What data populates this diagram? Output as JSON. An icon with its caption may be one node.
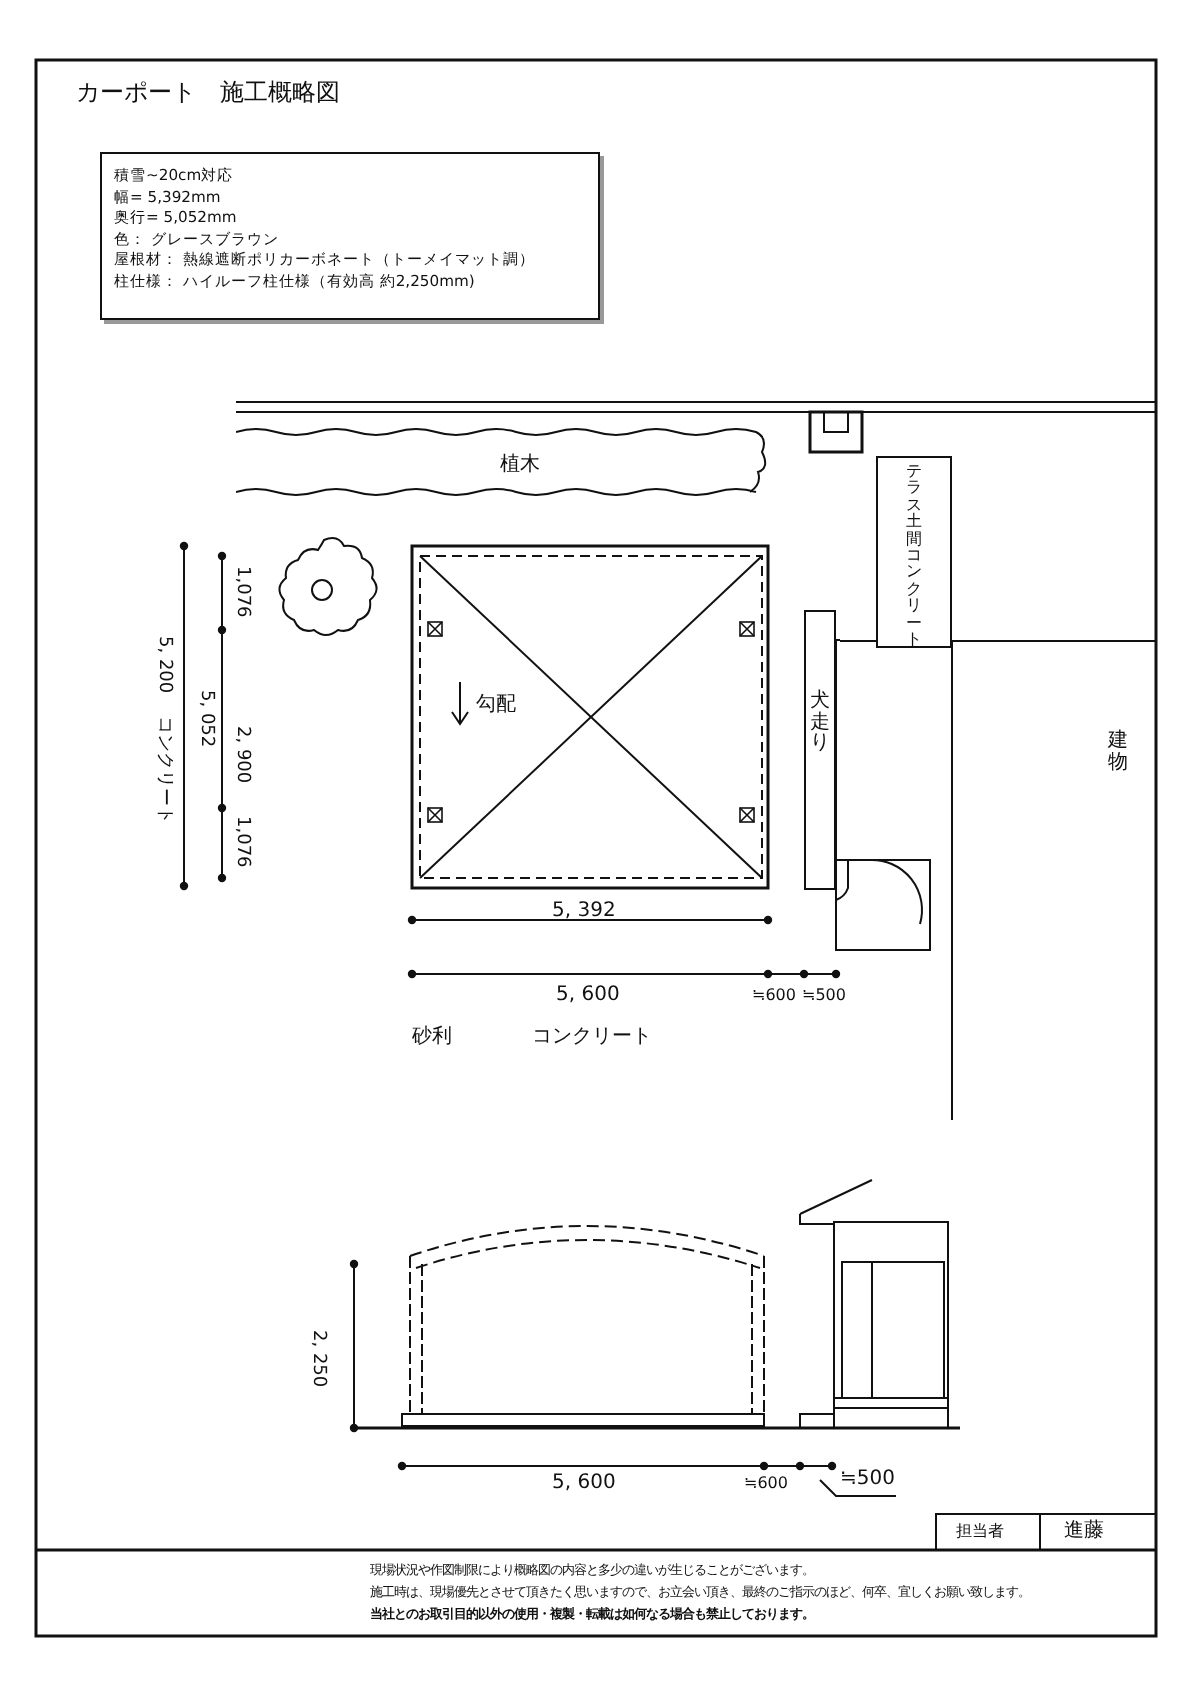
{
  "diagram": {
    "title": "カーポート　施工概略図",
    "nodes": [
      {
        "text": [
          "積雪~20cm対応",
          "幅= 5,392mm",
          "奥行= 5,052mm",
          "色： グレースブラウン",
          "屋根材： 熱線遮断ポリカーボネート（トーメイマット調）",
          "柱仕様： ハイルーフ柱仕様（有効高 約2,250mm)"
        ]
      },
      {
        "text": [
          "植木"
        ]
      },
      {
        "text": [
          "テラス土間コンクリート"
        ]
      },
      {
        "text": [
          "犬走り"
        ]
      },
      {
        "text": [
          "建物"
        ]
      }
    ],
    "edges": [],
    "labels": [
      "1,076",
      "5, 200",
      "コンクリート",
      "5, 052",
      "2, 900",
      "1,076",
      "勾配",
      "5, 392",
      "5, 600",
      "≒600",
      "≒500",
      "砂利",
      "コンクリート",
      "2, 250",
      "5, 600",
      "≒600",
      "≒500",
      "担当者",
      "進藤",
      "現場状況や作図制限により概略図の内容と多少の違いが生じることがございます。",
      "施工時は、現場優先とさせて頂きたく思いますので、お立会い頂き、最終のご指示のほど、何卒、宜しくお願い致します。",
      "当社とのお取引目的以外の使用・複製・転載は如何なる場合も禁止しております。"
    ]
  }
}
